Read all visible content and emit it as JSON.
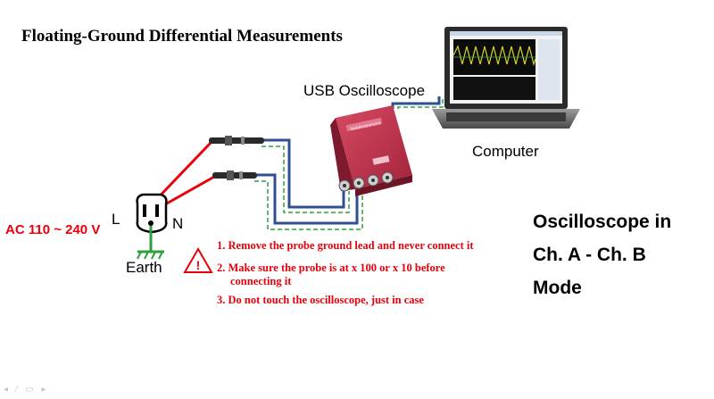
{
  "title": "Floating-Ground Differential Measurements",
  "labels": {
    "usb_oscilloscope": "USB Oscilloscope",
    "computer": "Computer",
    "ac_voltage": "AC 110 ~ 240 V",
    "live": "L",
    "neutral": "N",
    "earth": "Earth",
    "device_brand": "MultiInstrument"
  },
  "mode": {
    "line1": "Oscilloscope in",
    "line2": "Ch. A - Ch. B",
    "line3": "Mode"
  },
  "warning": {
    "icon": "warning-triangle-icon",
    "item1": "1. Remove the probe ground lead and never connect it",
    "item2_line1": "2. Make sure the probe is at x 100 or x 10 before",
    "item2_line2": "connecting it",
    "item3": "3. Do not touch the oscilloscope, just in case"
  },
  "colors": {
    "probe_wire": "#e8000b",
    "signal_cable": "#2f4f8f",
    "ground_path": "#2e9e3e",
    "warning_text": "#e8000b",
    "oscilloscope_body": "#c0304a"
  }
}
